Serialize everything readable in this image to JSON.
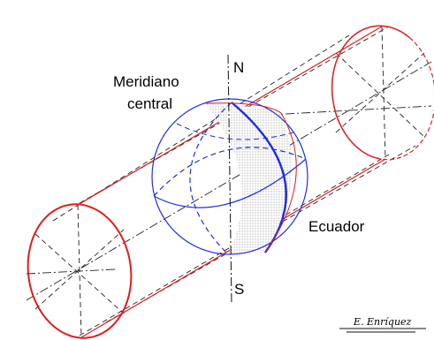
{
  "labels": {
    "north": "N",
    "south": "S",
    "meridian_line1": "Meridiano",
    "meridian_line2": "central",
    "equator": "Ecuador"
  },
  "signature": "E. Enríquez",
  "colors": {
    "cylinder": "#dd1e1e",
    "globe": "#1f2fe0",
    "axis": "#111111",
    "hatch": "#9a9a9a"
  }
}
